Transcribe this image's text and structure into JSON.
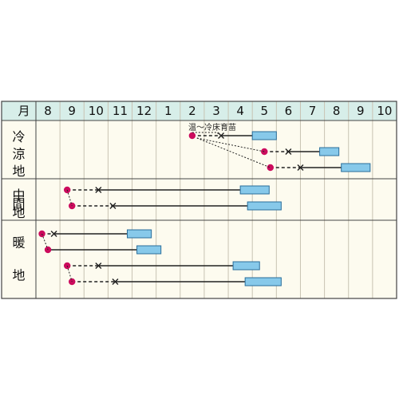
{
  "chart_data": {
    "type": "gantt",
    "months": [
      "8",
      "9",
      "10",
      "11",
      "12",
      "1",
      "2",
      "3",
      "4",
      "5",
      "6",
      "7",
      "8",
      "9",
      "10"
    ],
    "month_header": "月",
    "annotation": "温～冷床育苗",
    "regions": [
      {
        "label": [
          "冷",
          "涼",
          "地"
        ],
        "rows": [
          {
            "sow": 6.5,
            "dash_to": 7.7,
            "solid_to": 9.0,
            "harvest": [
              9.0,
              10.0
            ],
            "dotted_link": true
          },
          {
            "sow": 9.5,
            "dash_to": 10.5,
            "solid_to": 11.8,
            "harvest": [
              11.8,
              12.6
            ]
          },
          {
            "sow": 9.75,
            "dash_to": 11.0,
            "solid_to": 12.7,
            "harvest": [
              12.7,
              13.9
            ]
          }
        ]
      },
      {
        "label": [
          "中",
          "間",
          "地"
        ],
        "rows": [
          {
            "sow": 1.3,
            "dash_to": 2.6,
            "solid_to": 8.5,
            "harvest": [
              8.5,
              9.7
            ]
          },
          {
            "sow": 1.5,
            "dash_to": 3.2,
            "solid_to": 8.8,
            "harvest": [
              8.8,
              10.2
            ]
          }
        ]
      },
      {
        "label": [
          "暖",
          "地"
        ],
        "rows": [
          {
            "sow": 0.25,
            "dash_to": 0.75,
            "solid_to": 3.8,
            "harvest": [
              3.8,
              4.8
            ]
          },
          {
            "sow": 0.5,
            "dash_to": null,
            "solid_to": 4.2,
            "harvest": [
              4.2,
              5.2
            ]
          },
          {
            "sow": 1.3,
            "dash_to": 2.6,
            "solid_to": 8.2,
            "harvest": [
              8.2,
              9.3
            ]
          },
          {
            "sow": 1.5,
            "dash_to": 3.3,
            "solid_to": 8.7,
            "harvest": [
              8.7,
              10.2
            ]
          }
        ]
      }
    ],
    "colors": {
      "header_bg": "#d7eee9",
      "body_bg": "#fdfbef",
      "grid": "#c8c3b3",
      "border": "#444444",
      "sow_dot": "#cc0b5d",
      "harvest_fill": "#87c9ea",
      "harvest_stroke": "#2a6e9b",
      "line": "#222222"
    }
  }
}
